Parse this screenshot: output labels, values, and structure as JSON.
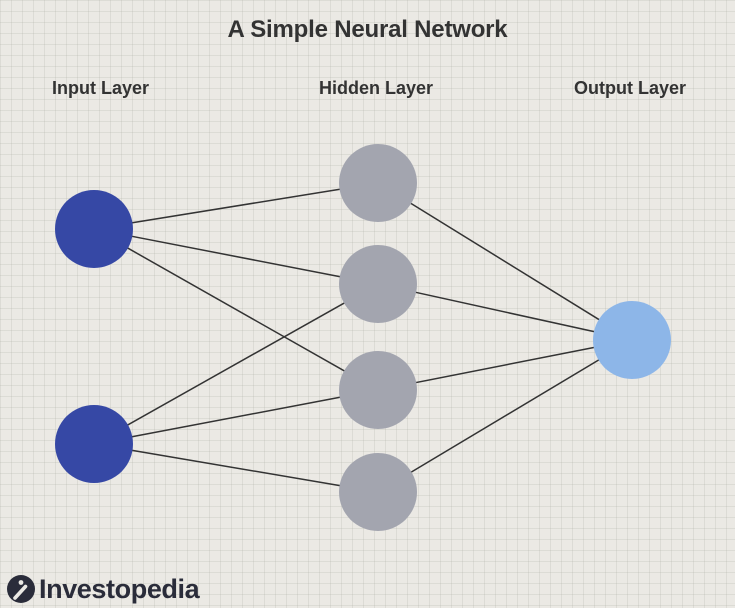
{
  "diagram": {
    "title": "A Simple Neural Network",
    "layers": [
      {
        "id": "input",
        "label": "Input Layer",
        "node_count": 2,
        "color": "#3648a5"
      },
      {
        "id": "hidden",
        "label": "Hidden Layer",
        "node_count": 4,
        "color": "#a3a5af"
      },
      {
        "id": "output",
        "label": "Output Layer",
        "node_count": 1,
        "color": "#8db6e8"
      }
    ],
    "edges": [
      {
        "from": "input.0",
        "to": "hidden.0"
      },
      {
        "from": "input.0",
        "to": "hidden.1"
      },
      {
        "from": "input.0",
        "to": "hidden.2"
      },
      {
        "from": "input.1",
        "to": "hidden.1"
      },
      {
        "from": "input.1",
        "to": "hidden.2"
      },
      {
        "from": "input.1",
        "to": "hidden.3"
      },
      {
        "from": "hidden.0",
        "to": "output.0"
      },
      {
        "from": "hidden.1",
        "to": "output.0"
      },
      {
        "from": "hidden.2",
        "to": "output.0"
      },
      {
        "from": "hidden.3",
        "to": "output.0"
      }
    ],
    "edge_color": "#333333"
  },
  "brand": {
    "name": "Investopedia",
    "logo_icon": "investopedia-logo-icon"
  }
}
